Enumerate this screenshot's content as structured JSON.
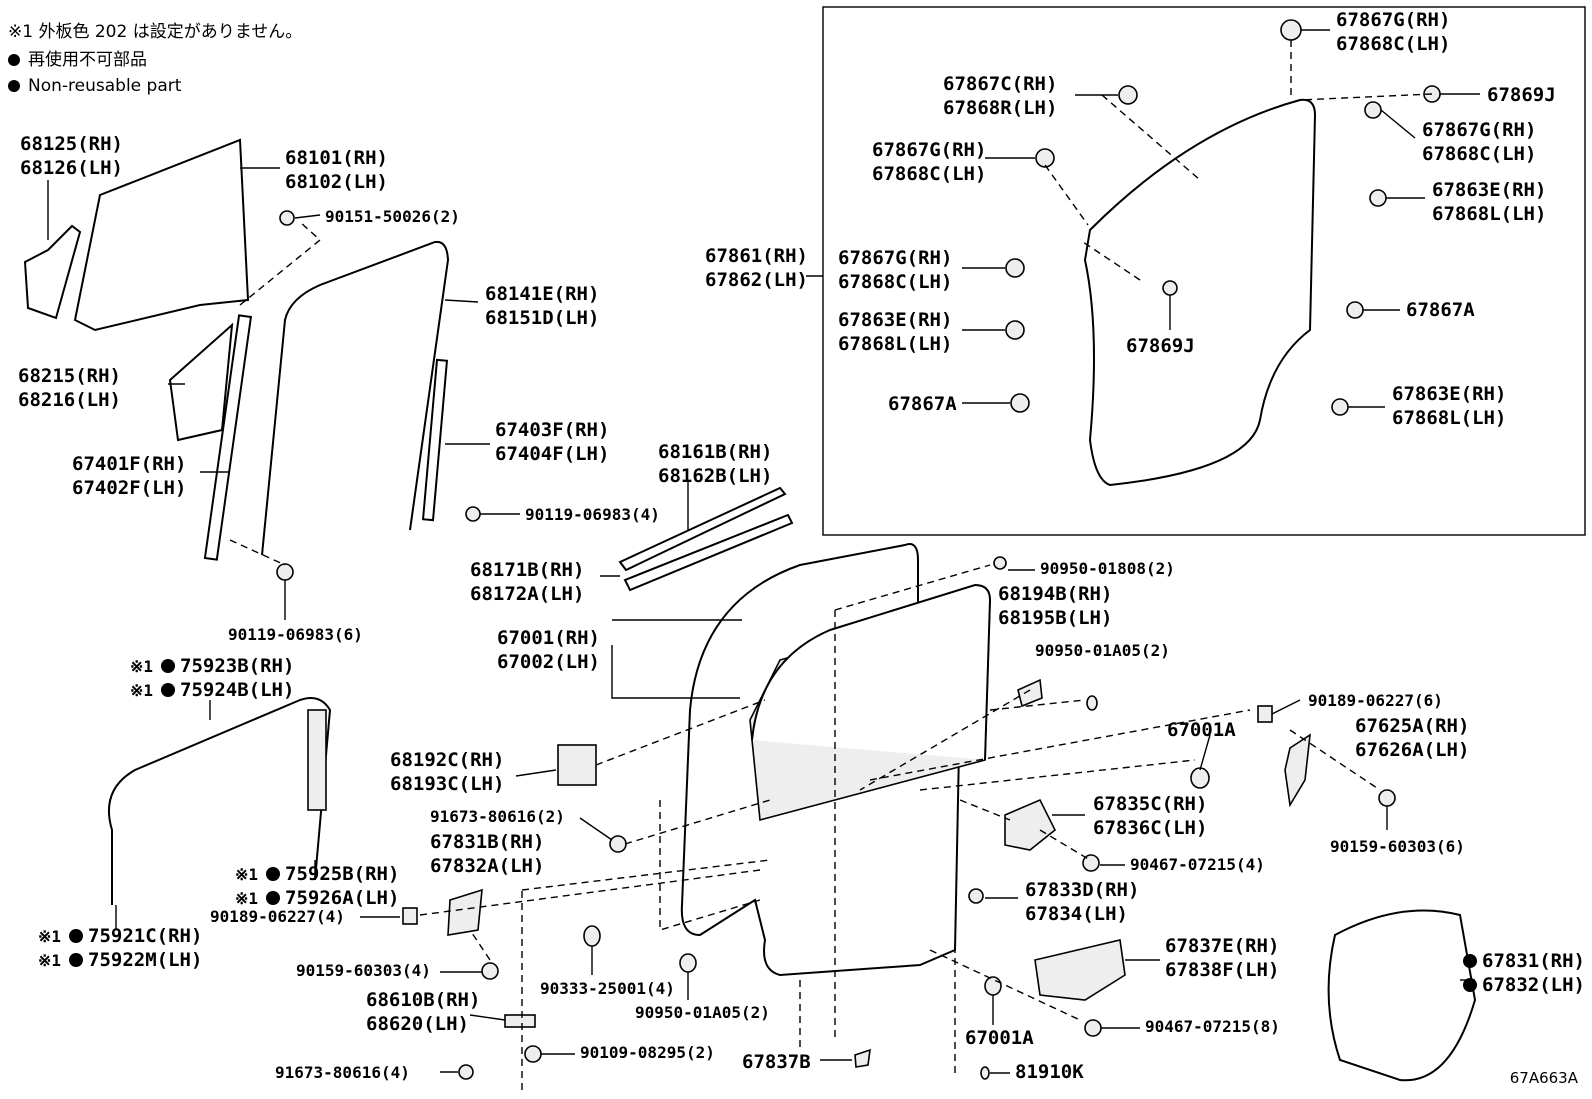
{
  "notes": {
    "note1": "※1 外板色  202 は設定がありません。",
    "note2": "再使用不可部品",
    "note3": "Non-reusable part"
  },
  "labels": {
    "p68125": "68125(RH)",
    "p68126": "68126(LH)",
    "p68101": "68101(RH)",
    "p68102": "68102(LH)",
    "p90151": "90151-50026(2)",
    "p68141": "68141E(RH)",
    "p68151": "68151D(LH)",
    "p68215": "68215(RH)",
    "p68216": "68216(LH)",
    "p67403": "67403F(RH)",
    "p67404": "67404F(LH)",
    "p67401": "67401F(RH)",
    "p67402": "67402F(LH)",
    "p90119a": "90119-06983(4)",
    "p90119b": "90119-06983(6)",
    "p68161": "68161B(RH)",
    "p68162": "68162B(LH)",
    "p68171": "68171B(RH)",
    "p68172": "68172A(LH)",
    "p67861": "67861(RH)",
    "p67862": "67862(LH)",
    "p90950a": "90950-01808(2)",
    "p68194": "68194B(RH)",
    "p68195": "68195B(LH)",
    "p67001rh": "67001(RH)",
    "p67002": "67002(LH)",
    "p90950b": "90950-01A05(2)",
    "p75923": "75923B(RH)",
    "p75924": "75924B(LH)",
    "p90189a": "90189-06227(6)",
    "p67001a1": "67001A",
    "p67625": "67625A(RH)",
    "p67626": "67626A(LH)",
    "p68192": "68192C(RH)",
    "p68193": "68193C(LH)",
    "p67835": "67835C(RH)",
    "p67836": "67836C(LH)",
    "p91673a": "91673-80616(2)",
    "p67831b": "67831B(RH)",
    "p67832a": "67832A(LH)",
    "p90159a": "90159-60303(6)",
    "p90467a": "90467-07215(4)",
    "p75925": "75925B(RH)",
    "p75926": "75926A(LH)",
    "p67833": "67833D(RH)",
    "p67834": "67834(LH)",
    "p90189b": "90189-06227(4)",
    "p75921": "75921C(RH)",
    "p75922": "75922M(LH)",
    "p67837e": "67837E(RH)",
    "p67838": "67838F(LH)",
    "p67831": "67831(RH)",
    "p67832": "67832(LH)",
    "p90159b": "90159-60303(4)",
    "p90333": "90333-25001(4)",
    "p90950c": "90950-01A05(2)",
    "p68610": "68610B(RH)",
    "p68620": "68620(LH)",
    "p67001a2": "67001A",
    "p90467b": "90467-07215(8)",
    "p90109": "90109-08295(2)",
    "p67837b": "67837B",
    "p91673b": "91673-80616(4)",
    "p81910": "81910K",
    "b67867g_top": "67867G(RH)",
    "b67868c_top": "67868C(LH)",
    "b67867c": "67867C(RH)",
    "b67868r": "67868R(LH)",
    "b67869j_top": "67869J",
    "b67867g_r": "67867G(RH)",
    "b67868c_r": "67868C(LH)",
    "b67867g_l1": "67867G(RH)",
    "b67868c_l1": "67868C(LH)",
    "b67863e_r1": "67863E(RH)",
    "b67868l_r1": "67868L(LH)",
    "b67867g_l2": "67867G(RH)",
    "b67868c_l2": "67868C(LH)",
    "b67867a_r": "67867A",
    "b67863e_l": "67863E(RH)",
    "b67868l_l": "67868L(LH)",
    "b67869j_c": "67869J",
    "b67867a_l": "67867A",
    "b67863e_r2": "67863E(RH)",
    "b67868l_r2": "67868L(LH)",
    "mark1": "※1",
    "mark2": "※1",
    "mark3": "※1",
    "mark4": "※1",
    "mark5": "※1",
    "mark6": "※1",
    "drawing_code": "67A663A"
  }
}
